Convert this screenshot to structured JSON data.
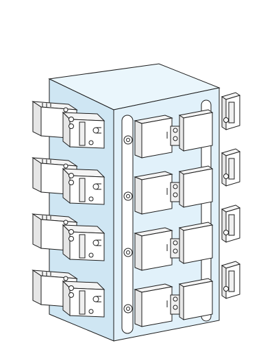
{
  "illustration": {
    "subject": "tombstone-fixture-block",
    "colors": {
      "block_side": "#cfe6f3",
      "block_front": "#e1f1fa",
      "block_top": "#eaf6fc",
      "outline": "#1a1a1a",
      "clamp": "#ffffff",
      "rail_slot": "#ffffff"
    },
    "left_face_clamp_rows": 4,
    "front_face_clamp_rows": 4,
    "right_edge_clamps": 4
  }
}
